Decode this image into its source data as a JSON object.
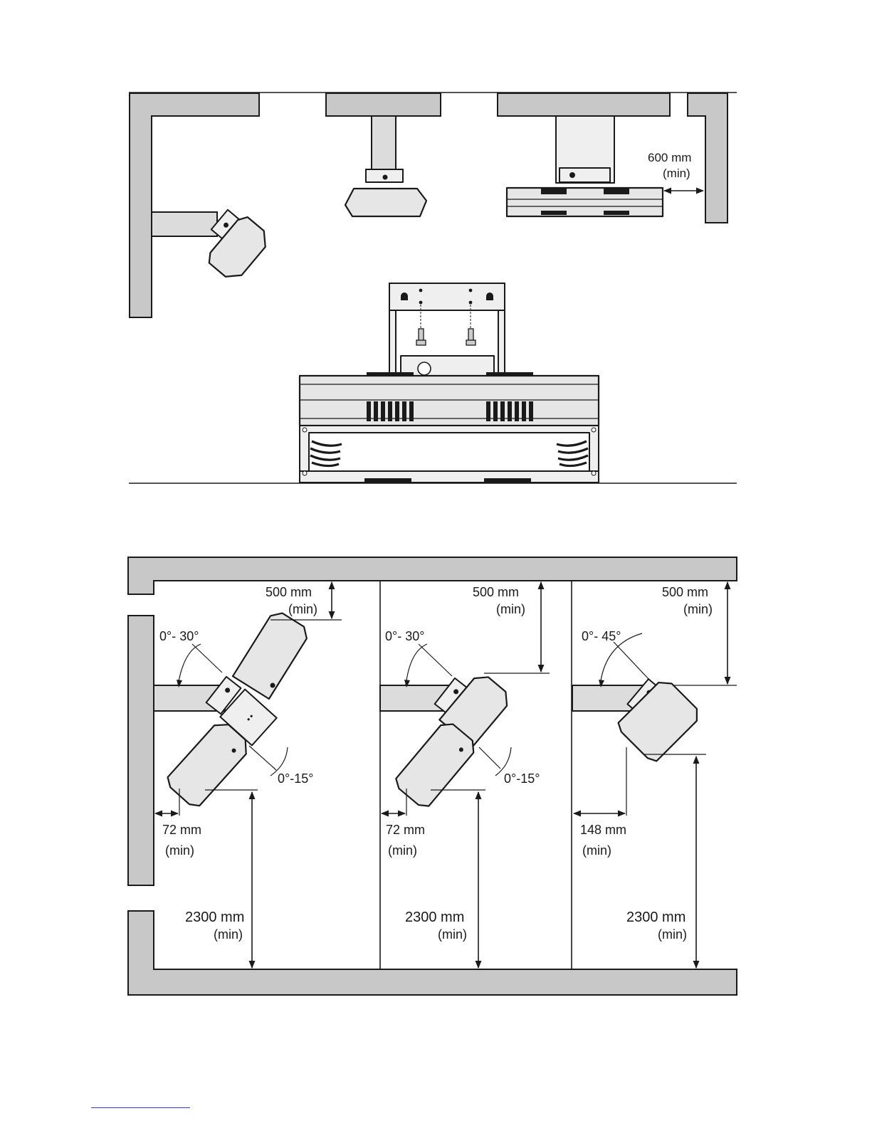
{
  "top_panel": {
    "clearance_value": "600  mm",
    "clearance_note": "(min)"
  },
  "bottom_panel": {
    "left": {
      "ceiling_value": "500  mm",
      "ceiling_note": "(min)",
      "tilt_label": "0°- 30°",
      "pivot_label": "0°-15°",
      "wall_value": "72 mm",
      "wall_note": "(min)",
      "floor_value": "2300 mm",
      "floor_note": "(min)"
    },
    "middle": {
      "ceiling_value": "500  mm",
      "ceiling_note": "(min)",
      "tilt_label": "0°- 30°",
      "pivot_label": "0°-15°",
      "wall_value": "72 mm",
      "wall_note": "(min)",
      "floor_value": "2300 mm",
      "floor_note": "(min)"
    },
    "right": {
      "ceiling_value": "500  mm",
      "ceiling_note": "(min)",
      "tilt_label": "0°- 45°",
      "wall_value": "148 mm",
      "wall_note": "(min)",
      "floor_value": "2300 mm",
      "floor_note": "(min)"
    }
  }
}
